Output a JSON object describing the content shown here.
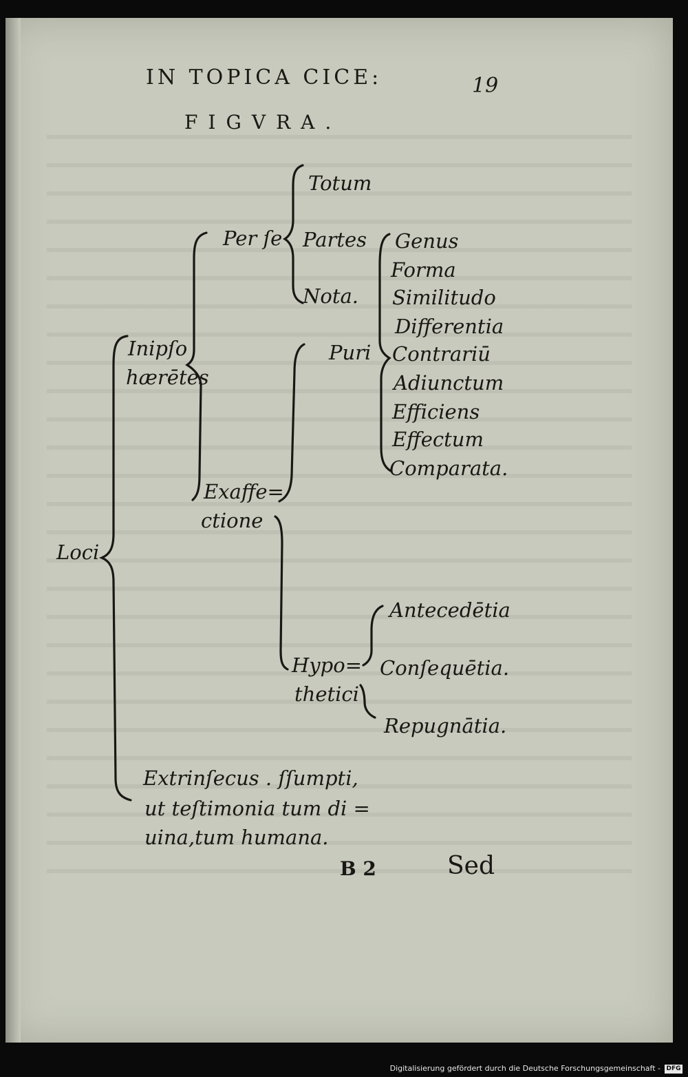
{
  "page": {
    "running_head": "IN TOPICA CICE:",
    "page_number": "19",
    "figure_title": "FIGVRA.",
    "signature": "B 2",
    "catchword": "Sed"
  },
  "tree": {
    "root": "Loci",
    "inipso": [
      "Inipſo",
      "hærētes"
    ],
    "perse": "Per ſe",
    "perse_items": [
      "Totum",
      "Partes",
      "Nota."
    ],
    "exaffectione": [
      "Exaffe=",
      "ctione"
    ],
    "puri": "Puri",
    "puri_items": [
      "Genus",
      "Forma",
      "Similitudo",
      "Differentia",
      "Contrariū",
      "Adiunctum",
      "Efficiens",
      "Effectum",
      "Comparata."
    ],
    "hypothetici": [
      "Hypo=",
      "thetici"
    ],
    "hypo_items": [
      "Antecedētia",
      "Conſequētia.",
      "Repugnātia."
    ],
    "extrinsecus": [
      "Extrinſecus . ſſumpti,",
      "ut teſtimonia tum di =",
      "uina,tum humana."
    ]
  },
  "footer": {
    "credit": "Digitalisierung gefördert durch die Deutsche Forschungsgemeinschaft -",
    "logo": "DFG"
  }
}
